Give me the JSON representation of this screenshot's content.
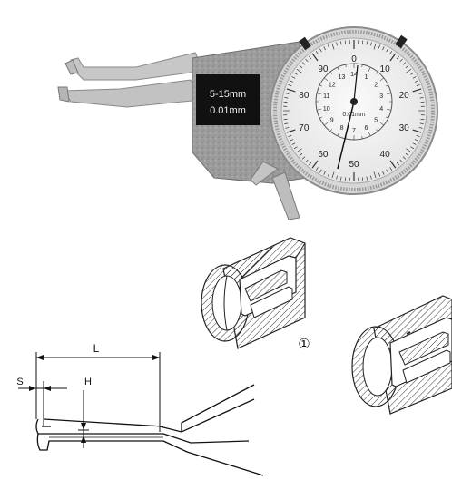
{
  "gauge": {
    "label_range": "5-15mm",
    "label_resolution": "0.01mm",
    "dial_unit": "0.01mm",
    "outer_scale": [
      "0",
      "10",
      "20",
      "30",
      "40",
      "50",
      "60",
      "70",
      "80",
      "90"
    ],
    "inner_scale": [
      "1",
      "2",
      "3",
      "4",
      "5",
      "6",
      "7",
      "8",
      "9",
      "10",
      "11",
      "12",
      "13",
      "14"
    ]
  },
  "diagram": {
    "dim_L": "L",
    "dim_S": "S",
    "dim_H": "H",
    "callout": "①"
  },
  "colors": {
    "body_gray": "#a8a8a8",
    "label_black": "#111111",
    "dial_face": "#f4f4f4"
  }
}
